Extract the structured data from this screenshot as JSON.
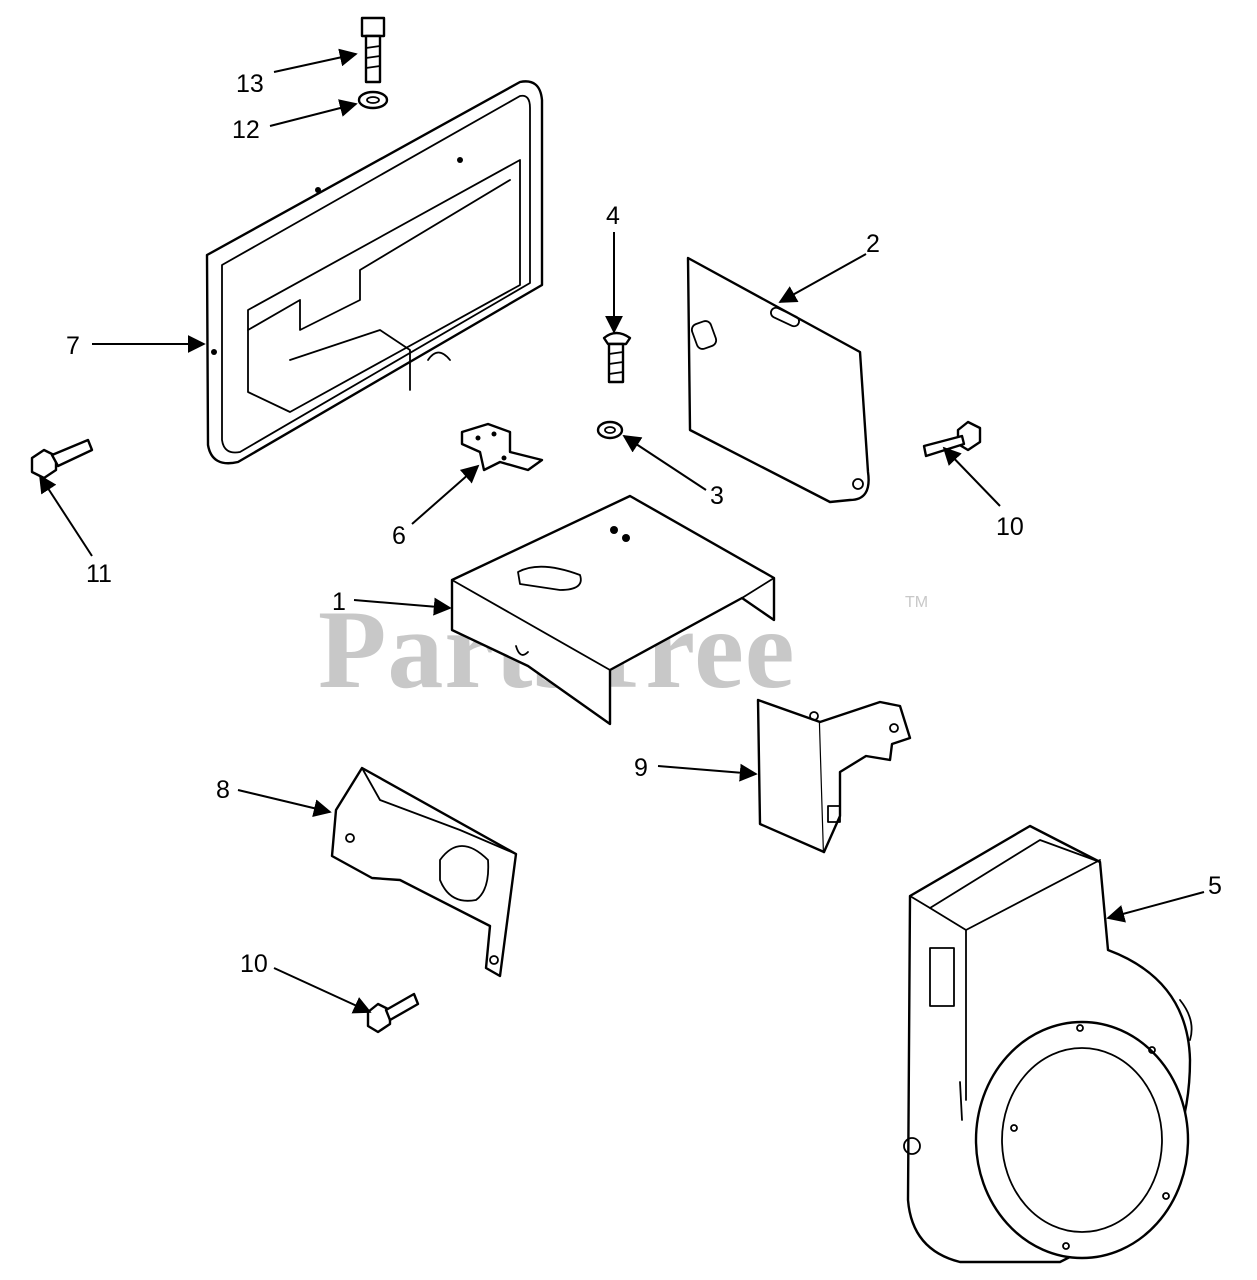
{
  "watermark": {
    "text": "PartsTree",
    "trademark": "TM"
  },
  "callouts": [
    {
      "id": "13",
      "label": "13"
    },
    {
      "id": "12",
      "label": "12"
    },
    {
      "id": "7",
      "label": "7"
    },
    {
      "id": "11",
      "label": "11"
    },
    {
      "id": "4",
      "label": "4"
    },
    {
      "id": "2",
      "label": "2"
    },
    {
      "id": "3",
      "label": "3"
    },
    {
      "id": "6",
      "label": "6"
    },
    {
      "id": "10a",
      "label": "10"
    },
    {
      "id": "1",
      "label": "1"
    },
    {
      "id": "9",
      "label": "9"
    },
    {
      "id": "8",
      "label": "8"
    },
    {
      "id": "5",
      "label": "5"
    },
    {
      "id": "10b",
      "label": "10"
    }
  ],
  "colors": {
    "line": "#000000",
    "watermark": "#c8c8c8",
    "background": "#ffffff"
  }
}
